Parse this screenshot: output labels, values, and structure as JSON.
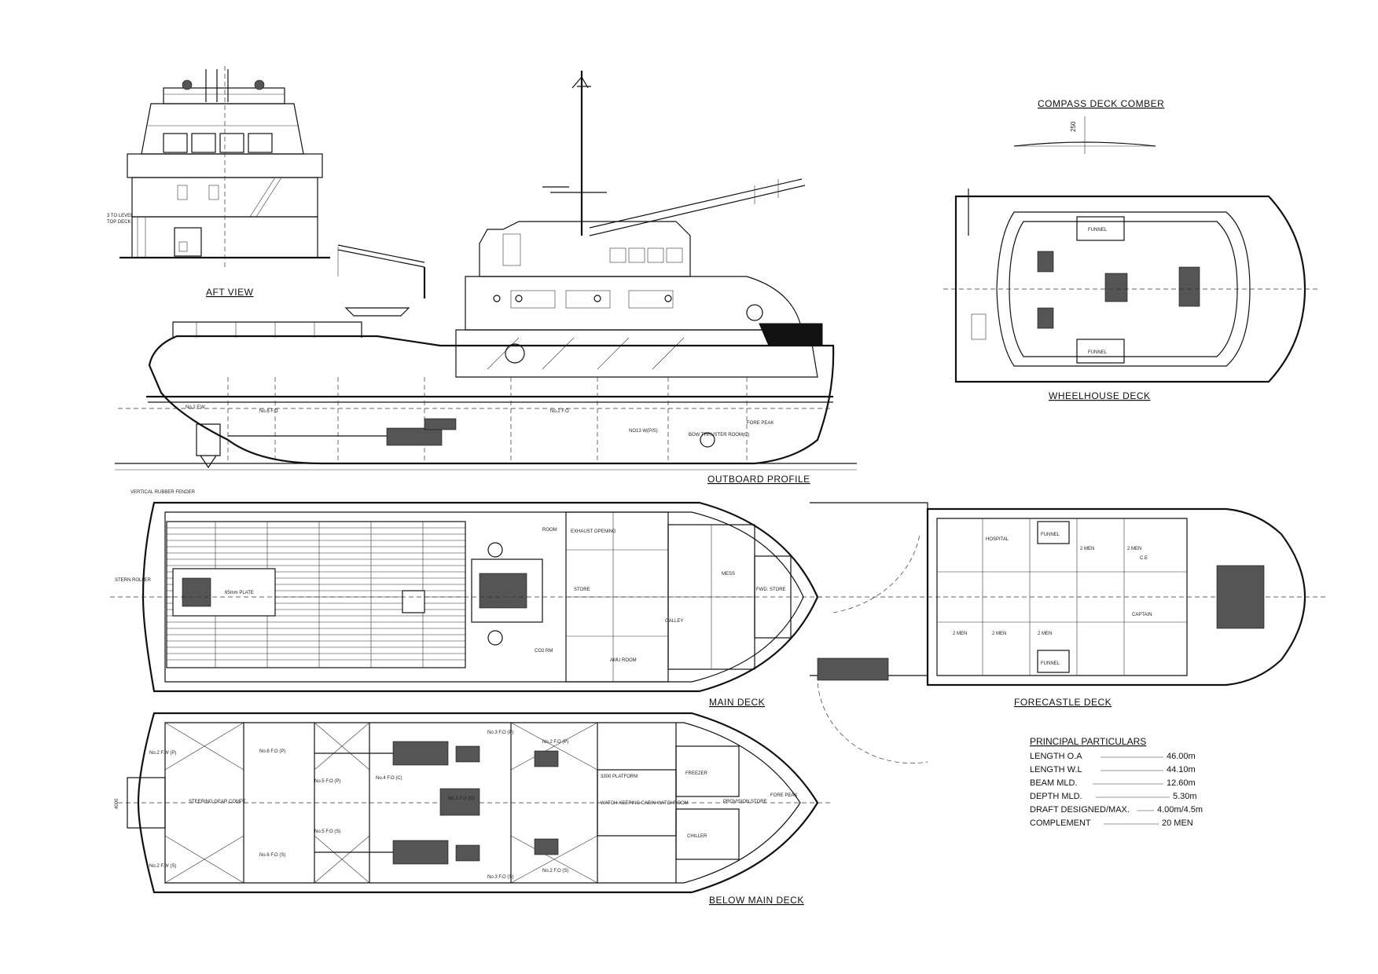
{
  "views": {
    "aft_view": "AFT VIEW",
    "outboard_profile": "OUTBOARD PROFILE",
    "compass_deck_comber": "COMPASS DECK COMBER",
    "comber_dimension": "250",
    "wheelhouse_deck": "WHEELHOUSE DECK",
    "main_deck": "MAIN DECK",
    "forecastle_deck": "FORECASTLE DECK",
    "below_main_deck": "BELOW MAIN DECK"
  },
  "profile_labels": {
    "bow_thruster": "BOW THRUSTER ROOM(C)",
    "fore_peak": "FORE PEAK",
    "no13": "NO13 W(P/S)",
    "no2fw": "No.2 F.W",
    "no6fo": "No.6 F.O",
    "no2fo": "No.2 F.O"
  },
  "main_deck_labels": {
    "mess": "MESS",
    "galley": "GALLEY",
    "store": "STORE",
    "fwd_store": "FWD. STORE",
    "exhaust_opening": "EXHAUST OPENING",
    "co2_rm": "CO2 RM",
    "amu_room": "AMU ROOM",
    "room": "ROOM",
    "stern_roller": "STERN ROLLER",
    "vertical_fender": "VERTICAL RUBBER FENDER",
    "plate": "65mm PLATE"
  },
  "forecastle_labels": {
    "funnel_top": "FUNNEL",
    "funnel_bottom": "FUNNEL",
    "hospital": "HOSPITAL",
    "captain": "CAPTAIN",
    "ce": "C.E",
    "men2_a": "2 MEN",
    "men2_b": "2 MEN",
    "men2_c": "2 MEN",
    "men2_d": "2 MEN",
    "men2_e": "2 MEN"
  },
  "wheelhouse_labels": {
    "funnel_top": "FUNNEL",
    "funnel_bottom": "FUNNEL"
  },
  "below_deck_labels": {
    "steering": "STEERING GEAR COMPT.",
    "no2fw_p": "No.2 F.W (P)",
    "no2fw_s": "No.2 F.W (S)",
    "no6fo_p": "No.6 F.O (P)",
    "no6fo_s": "No.6 F.O (S)",
    "no5fo_p": "No.5 F.O (P)",
    "no5fo_s": "No.5 F.O (S)",
    "no4fo": "No.4 F.O (C)",
    "no3fo_c": "No.3 F.O (C)",
    "no3fo_p": "No.3 F.O (P)",
    "no3fo_s": "No.3 F.O (S)",
    "no2fo_p": "No.2 F.O (P)",
    "no2fo_s": "No.2 F.O (S)",
    "freezer": "FREEZER",
    "chiller": "CHILLER",
    "provision": "PROVISION STORE",
    "watchkeeping": "WATCH-KEEPING CABIN WATCHROOM",
    "platform": "3300 PLATFORM",
    "fore_peak": "FORE PEAK",
    "width_dim": "4000"
  },
  "principal_particulars": {
    "title": "PRINCIPAL PARTICULARS",
    "rows": [
      {
        "label": "LENGTH O.A",
        "value": "46.00m"
      },
      {
        "label": "LENGTH W.L",
        "value": "44.10m"
      },
      {
        "label": "BEAM MLD.",
        "value": "12.60m"
      },
      {
        "label": "DEPTH MLD.",
        "value": "5.30m"
      },
      {
        "label": "DRAFT DESIGNED/MAX.",
        "value": "4.00m/4.5m"
      },
      {
        "label": "COMPLEMENT",
        "value": "20 MEN"
      }
    ]
  }
}
